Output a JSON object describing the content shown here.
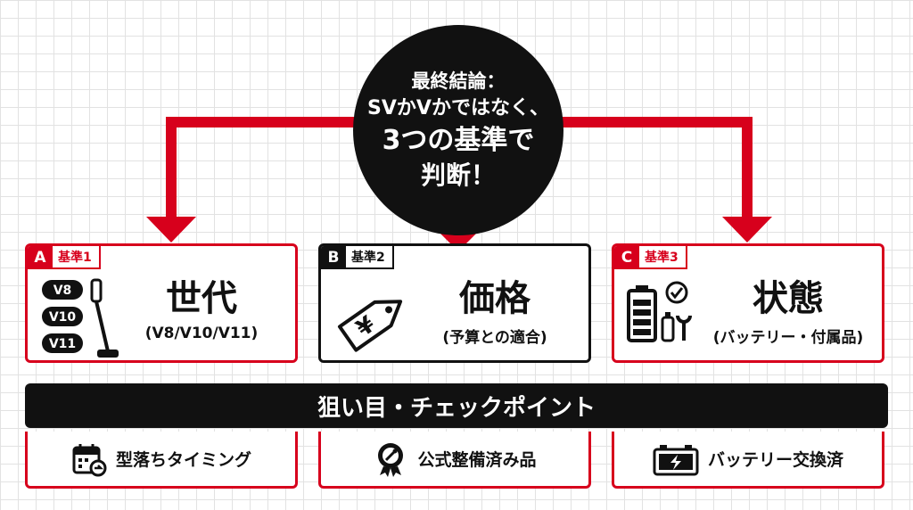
{
  "conclusion": {
    "line1": "最終結論：",
    "line2": "SVかVかではなく、",
    "line3": "3つの基準で",
    "line4": "判断！"
  },
  "criteria": [
    {
      "letter": "A",
      "label": "基準1",
      "title": "世代",
      "subtitle": "(V8/V10/V11)",
      "badges": [
        "V8",
        "V10",
        "V11"
      ]
    },
    {
      "letter": "B",
      "label": "基準2",
      "title": "価格",
      "subtitle": "(予算との適合)",
      "price_symbol": "¥"
    },
    {
      "letter": "C",
      "label": "基準3",
      "title": "状態",
      "subtitle": "(バッテリー・付属品)"
    }
  ],
  "checkpoints": {
    "title": "狙い目・チェックポイント",
    "items": [
      {
        "label": "型落ちタイミング",
        "icon": "calendar-arrow-icon"
      },
      {
        "label": "公式整備済み品",
        "icon": "certified-badge-icon"
      },
      {
        "label": "バッテリー交換済",
        "icon": "battery-bolt-icon"
      }
    ]
  },
  "colors": {
    "accent": "#d7001c",
    "dark": "#111111",
    "grid": "#e2e2e2"
  }
}
